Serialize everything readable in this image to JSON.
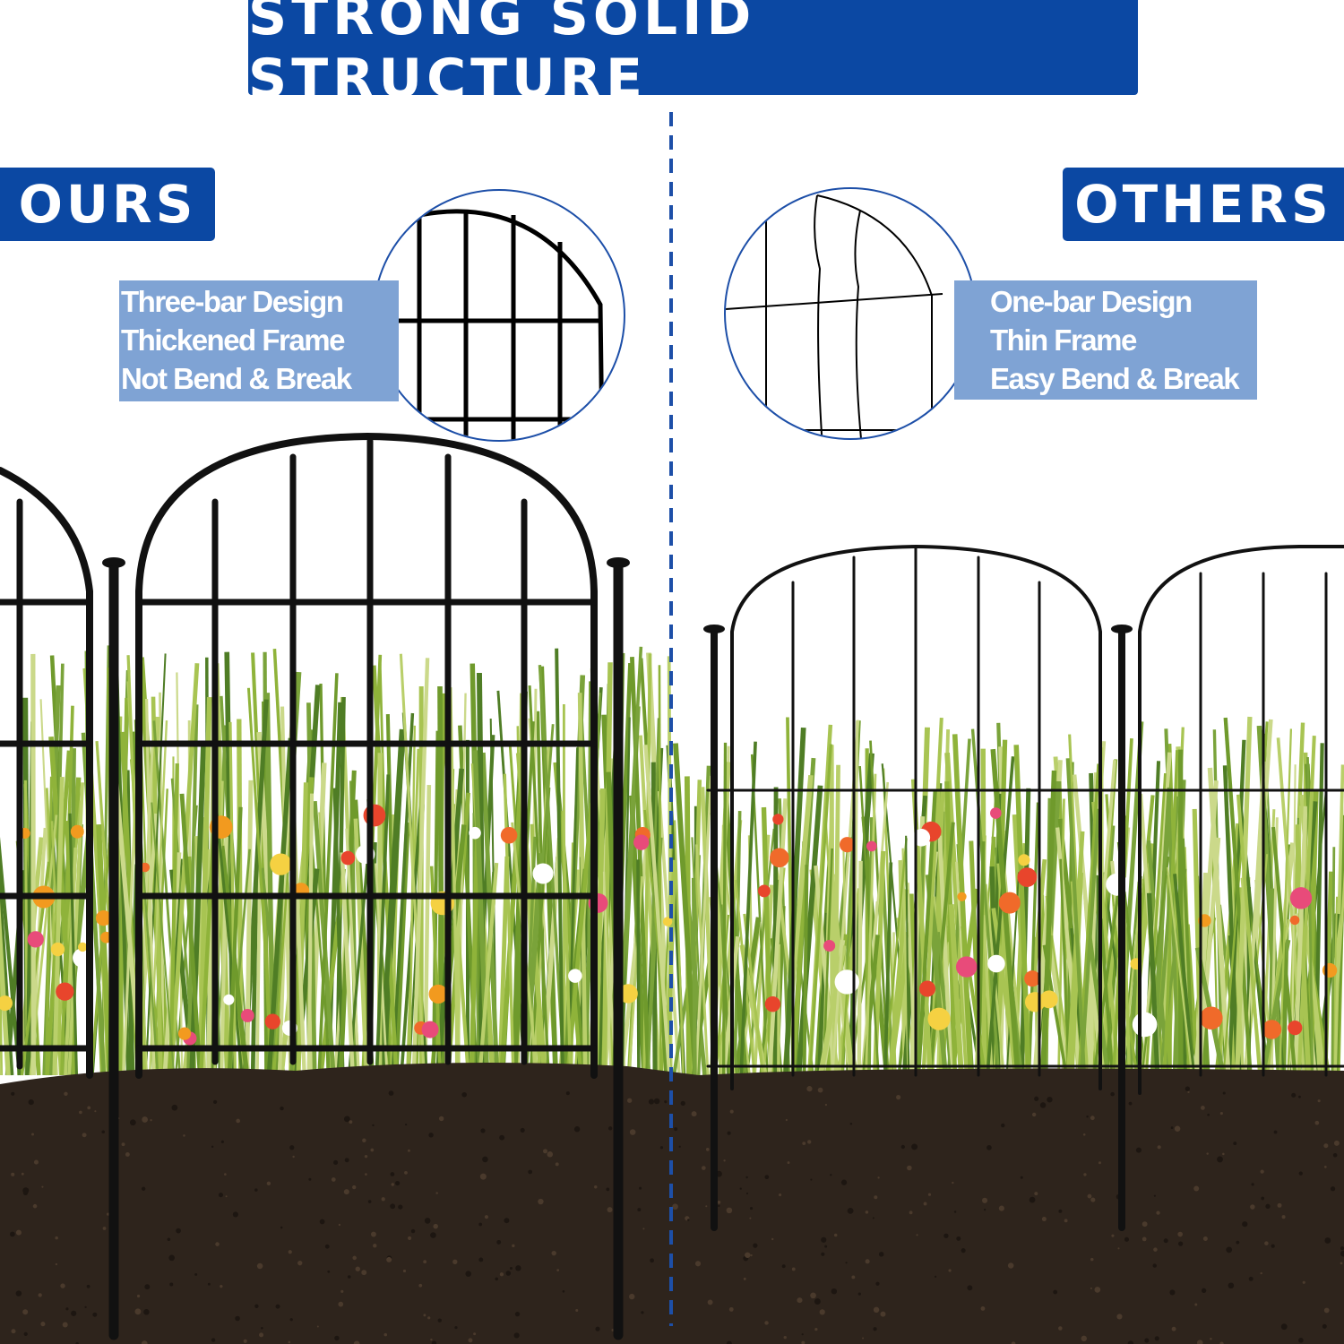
{
  "header": {
    "title": "STRONG SOLID STRUCTURE"
  },
  "ours": {
    "tag": "OURS",
    "features": [
      "Three-bar Design",
      "Thickened Frame",
      "Not Bend & Break"
    ]
  },
  "others": {
    "tag": "OTHERS",
    "features": [
      "One-bar Design",
      "Thin Frame",
      "Easy Bend & Break"
    ]
  },
  "colors": {
    "brand_blue": "#0b48a3",
    "label_blue": "#7fa3d4",
    "soil": "#2e241c",
    "fence": "#111111"
  }
}
